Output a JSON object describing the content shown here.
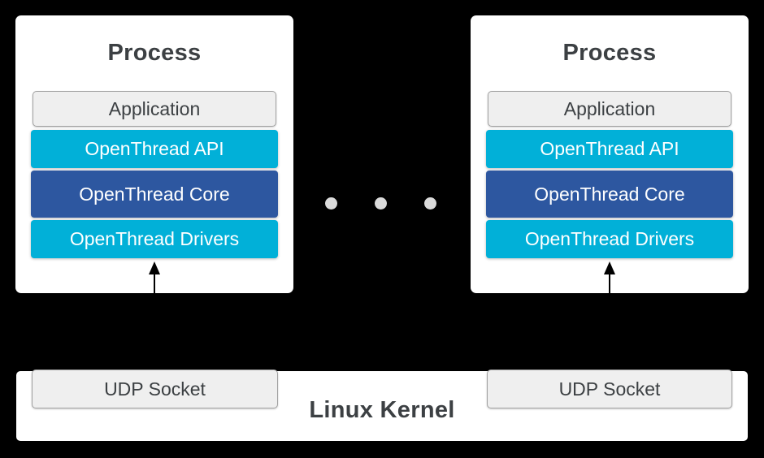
{
  "diagram": {
    "processes": [
      {
        "title": "Process",
        "application_label": "Application",
        "layers": [
          {
            "label": "OpenThread API"
          },
          {
            "label": "OpenThread Core"
          },
          {
            "label": "OpenThread Drivers"
          }
        ]
      },
      {
        "title": "Process",
        "application_label": "Application",
        "layers": [
          {
            "label": "OpenThread API"
          },
          {
            "label": "OpenThread Core"
          },
          {
            "label": "OpenThread Drivers"
          }
        ]
      }
    ],
    "ellipsis": {
      "dot_count": 3
    },
    "kernel": {
      "label": "Linux Kernel",
      "sockets": [
        {
          "label": "UDP Socket"
        },
        {
          "label": "UDP Socket"
        }
      ]
    }
  },
  "colors": {
    "background": "#000000",
    "panel": "#ffffff",
    "cyan": "#01b0d8",
    "blue": "#2d57a0",
    "layer_text": "#ffffff",
    "muted_box_fill": "#efefef",
    "muted_box_border": "#a1a1a1",
    "dark_text": "#3c4043",
    "dot": "#dbdbdb",
    "arrow": "#000000"
  }
}
